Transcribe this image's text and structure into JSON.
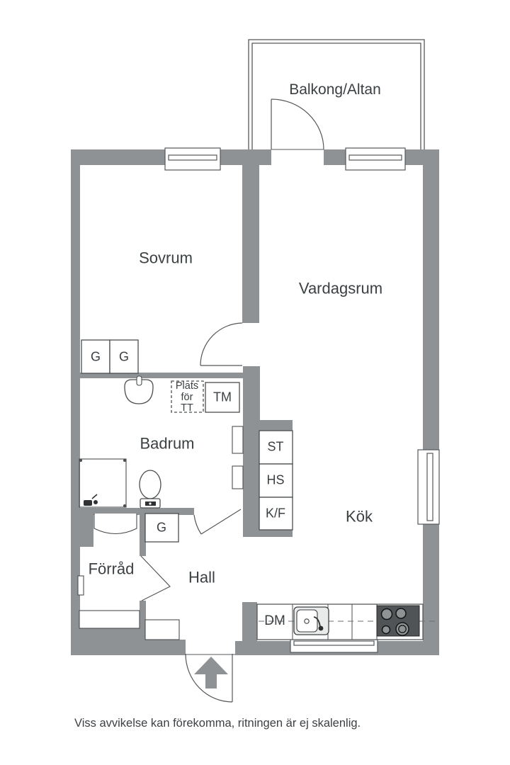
{
  "colors": {
    "wall": "#8e9294",
    "outline": "#54585b",
    "fixture_outline": "#4a4e50",
    "text": "#3b4043",
    "stove_body": "#515456",
    "burner": "#8f9394"
  },
  "rooms": {
    "balcony": "Balkong/Altan",
    "bedroom": "Sovrum",
    "living_room": "Vardagsrum",
    "bathroom": "Badrum",
    "kitchen": "Kök",
    "hall": "Hall",
    "storage": "Förråd"
  },
  "fixtures": {
    "wardrobe_1": "G",
    "wardrobe_2": "G",
    "wardrobe_hall": "G",
    "washing_machine": "TM",
    "dryer_space": [
      "Plats",
      "för",
      "TT"
    ],
    "cabinet_st": "ST",
    "cabinet_hs": "HS",
    "fridge_freezer": "K/F",
    "dishwasher": "DM"
  },
  "footer": {
    "disclaimer": "Viss avvikelse kan förekomma, ritningen är ej skalenlig."
  }
}
